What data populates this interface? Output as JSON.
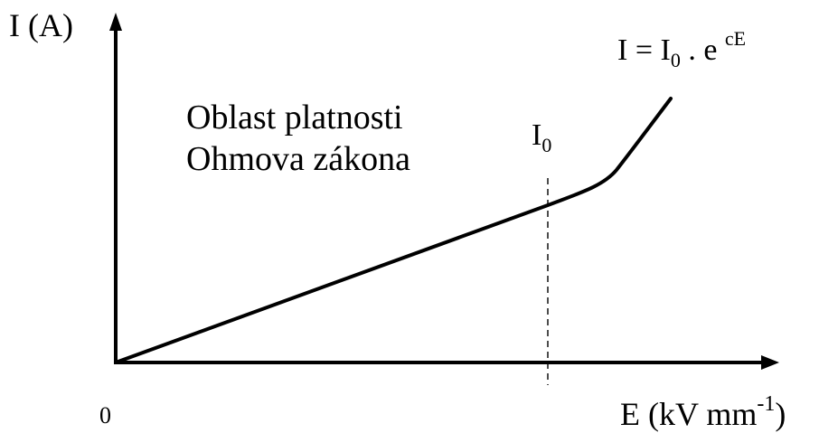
{
  "diagram": {
    "y_axis_label": "I (A)",
    "origin_label": "0",
    "x_axis_label": {
      "base": "E (kV mm",
      "superscript": "-1",
      "close": ")"
    },
    "region_label": {
      "line1": "Oblast platnosti",
      "line2": "Ohmova zákona"
    },
    "threshold_label": {
      "base": "I",
      "subscript": "0"
    },
    "formula": {
      "lhs": "I = I",
      "lhs_subscript": "0",
      "middle": " . e ",
      "exponent": "cE"
    },
    "colors": {
      "ink": "#000000",
      "background": "#ffffff"
    }
  }
}
